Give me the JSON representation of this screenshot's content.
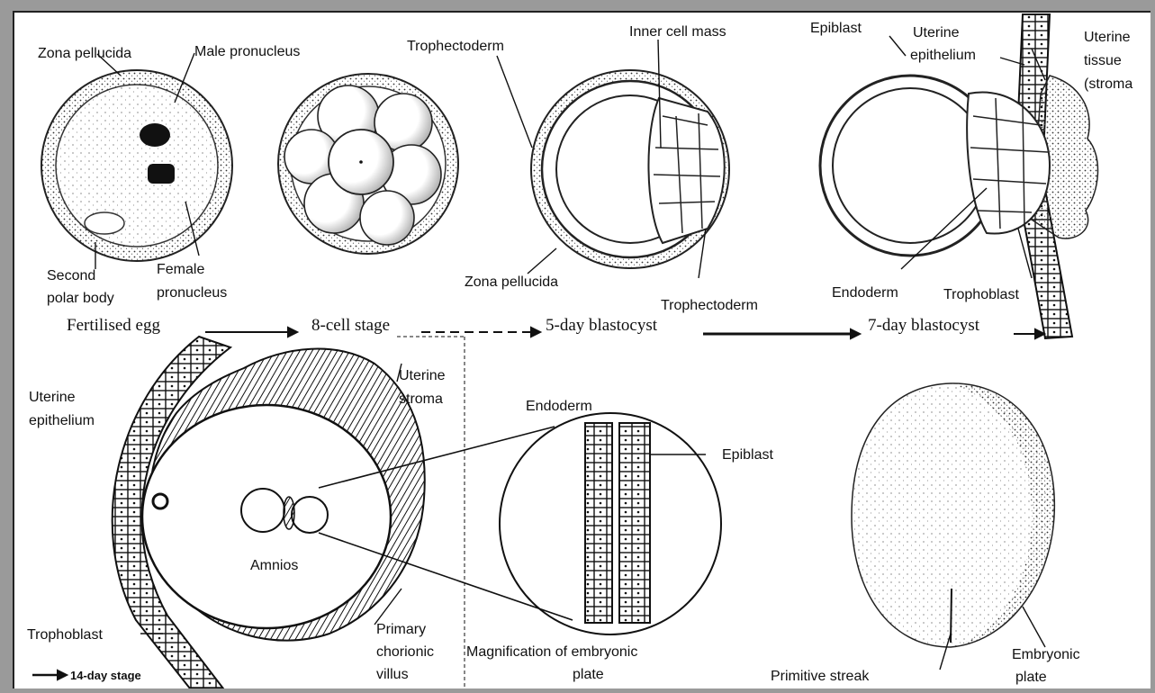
{
  "labels": {
    "zona_pellucida_1": "Zona pellucida",
    "male_pronucleus": "Male pronucleus",
    "second_polar_body_1": "Second",
    "second_polar_body_2": "polar body",
    "female_pronucleus_1": "Female",
    "female_pronucleus_2": "pronucleus",
    "trophectoderm_1": "Trophectoderm",
    "inner_cell_mass": "Inner cell mass",
    "zona_pellucida_2": "Zona pellucida",
    "trophectoderm_2": "Trophectoderm",
    "epiblast_1": "Epiblast",
    "uterine_epithelium_top_1": "Uterine",
    "uterine_epithelium_top_2": "epithelium",
    "uterine_tissue_1": "Uterine",
    "uterine_tissue_2": "tissue",
    "uterine_tissue_3": "(stroma",
    "endoderm_1": "Endoderm",
    "trophoblast_1": "Trophoblast",
    "uterine_epithelium_left_1": "Uterine",
    "uterine_epithelium_left_2": "epithelium",
    "uterine_stroma_1": "Uterine",
    "uterine_stroma_2": "stroma",
    "endoderm_2": "Endoderm",
    "epiblast_2": "Epiblast",
    "amnios": "Amnios",
    "trophoblast_2": "Trophoblast",
    "primary_villus_1": "Primary",
    "primary_villus_2": "chorionic",
    "primary_villus_3": "villus",
    "magnification_1": "Magnification of embryonic",
    "magnification_2": "plate",
    "primitive_streak": "Primitive streak",
    "embryonic_plate_1": "Embryonic",
    "embryonic_plate_2": "plate"
  },
  "stages": {
    "fertilised_egg": "Fertilised egg",
    "eight_cell": "8-cell stage",
    "five_day": "5-day blastocyst",
    "seven_day": "7-day blastocyst",
    "fourteen_day": "14-day stage"
  }
}
